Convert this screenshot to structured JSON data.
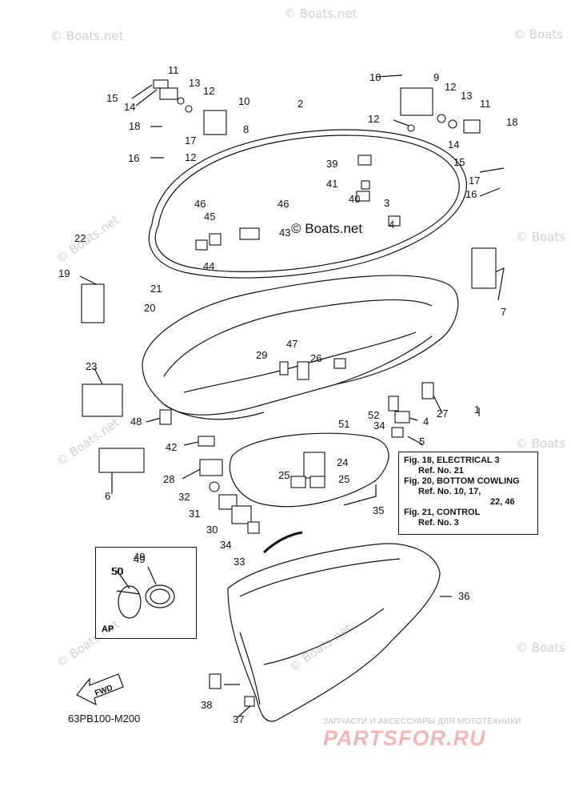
{
  "watermarks": {
    "corner_text": "© Boats.net",
    "corner_text_short": "© Boats",
    "center_text": "© Boats.net"
  },
  "part_numbers": [
    "2",
    "4",
    "5",
    "6",
    "7",
    "8",
    "9",
    "10",
    "11",
    "12",
    "13",
    "14",
    "15",
    "16",
    "17",
    "18",
    "19",
    "20",
    "21",
    "22",
    "23",
    "24",
    "25",
    "26",
    "27",
    "28",
    "29",
    "30",
    "31",
    "32",
    "33",
    "34",
    "35",
    "36",
    "37",
    "38",
    "39",
    "40",
    "41",
    "42",
    "43",
    "44",
    "45",
    "46",
    "47",
    "48",
    "49",
    "50",
    "51",
    "52",
    "1",
    "3"
  ],
  "reference_box": {
    "lines": [
      {
        "fig": "Fig. 18, ELECTRICAL 3",
        "ref": "Ref. No. 21"
      },
      {
        "fig": "Fig. 20, BOTTOM COWLING",
        "ref": "Ref. No. 10, 17,"
      },
      {
        "fig": "",
        "ref": "22, 46"
      },
      {
        "fig": "Fig. 21, CONTROL",
        "ref": "Ref. No. 3"
      }
    ]
  },
  "ap_box": {
    "label": "AP"
  },
  "fwd_label": "FWD",
  "diagram_code": "63PB100-M200",
  "brand": {
    "small": "ЗАПЧАСТИ И АКСЕССУАРЫ ДЛЯ МОТОТЕХНИКИ",
    "big": "PARTSFOR.RU"
  }
}
